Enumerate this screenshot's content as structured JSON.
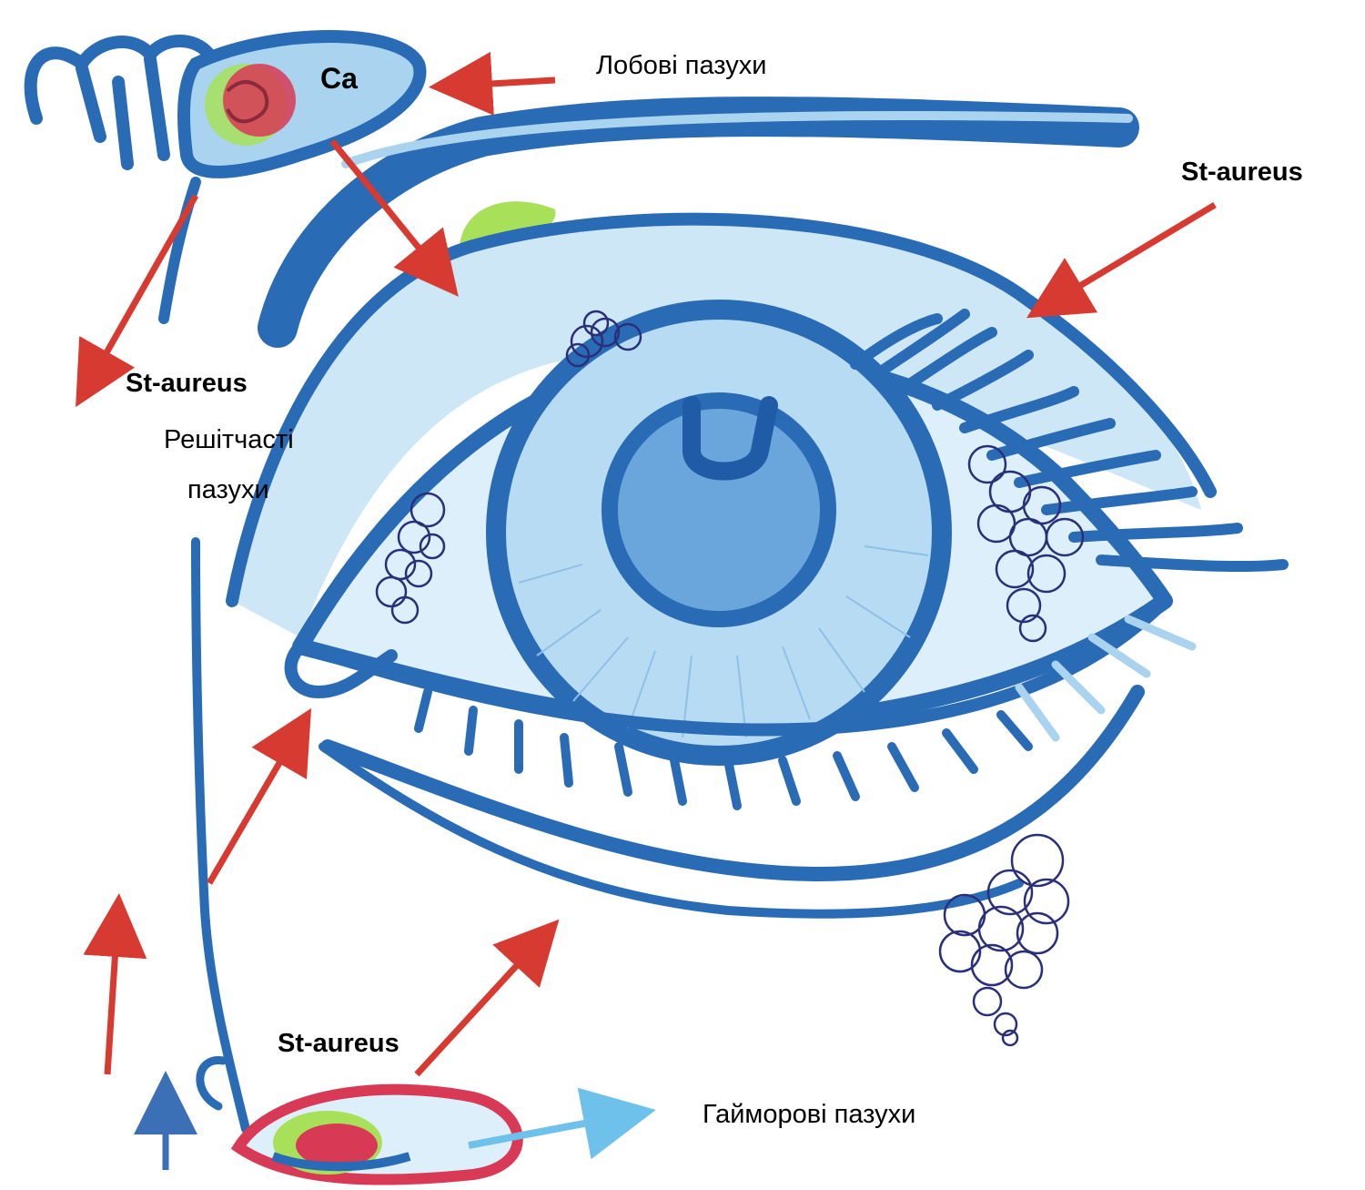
{
  "labels": {
    "frontal_sinus": "Лобові пазухи",
    "ca": "Ca",
    "st_aureus_top_right": "St-aureus",
    "st_aureus_left": "St-aureus",
    "ethmoid_line1": "Решітчасті",
    "ethmoid_line2": "пазухи",
    "st_aureus_bottom": "St-aureus",
    "maxillary_sinus": "Гайморові пазухи"
  },
  "colors": {
    "outline": "#2a6bb5",
    "light_fill": "#a9d3ef",
    "iris": "#6aa6db",
    "arrow_red": "#d63a30",
    "arrow_light_blue": "#6ec1ea",
    "arrow_dark_blue": "#3b6fb6",
    "infection_red": "#d83a55",
    "infection_green": "#a8e05a",
    "cluster": "#2a2f7a"
  }
}
